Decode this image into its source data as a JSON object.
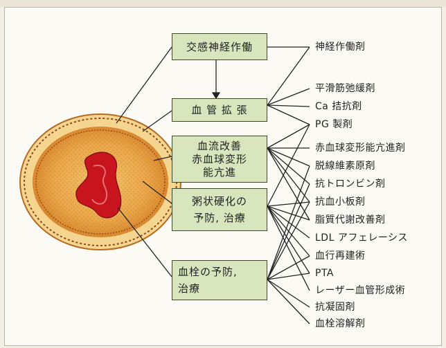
{
  "boxes": {
    "sympathetic": "交感神経作働",
    "vasodilation": "血 管 拡 張",
    "bloodflow": [
      "血流改善",
      "赤血球変形",
      "能亢進"
    ],
    "atherosclerosis": [
      "粥状硬化の",
      "予防, 治療"
    ],
    "thrombus": [
      "血栓の予防,",
      "治療"
    ]
  },
  "treatments": [
    "神経作働剤",
    "平滑筋弛緩剤",
    "Ca 拮抗剤",
    "PG 製剤",
    "赤血球変形能亢進剤",
    "脱線維素原剤",
    "抗トロンビン剤",
    "抗血小板剤",
    "脂質代謝改善剤",
    "LDL アフェレーシス",
    "血行再建術",
    "PTA",
    "レーザー血管形成術",
    "抗凝固剤",
    "血栓溶解剤"
  ],
  "colors": {
    "box_fill": "#d9e6bd",
    "box_border": "#3e4a2c",
    "vessel_outer": "#e9b25a",
    "vessel_lumen": "#c8141c"
  }
}
